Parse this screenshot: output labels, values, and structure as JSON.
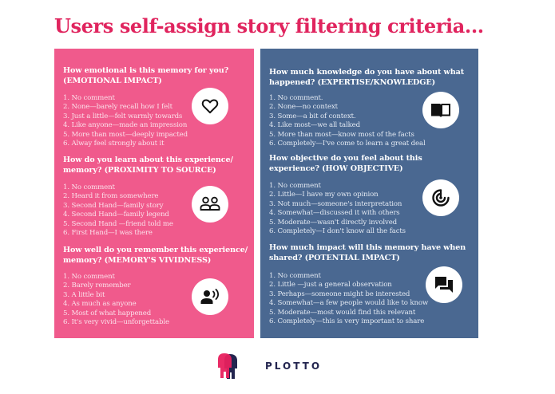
{
  "title": "Users self-assign story filtering criteria...",
  "colors": {
    "title": "#e0245e",
    "left_panel": "#f05a8c",
    "right_panel": "#4a6891",
    "logo_pink": "#e8205e",
    "logo_navy": "#23254f"
  },
  "left_panel": {
    "sections": [
      {
        "question": "How emotional is this memory for you? (EMOTIONAL IMPACT)",
        "icon": "heart-icon",
        "options": [
          "1. No comment",
          "2. None—barely recall how I felt",
          "3. Just a little—felt warmly towards",
          "4. Like anyone—made an impression",
          "5. More than most—deeply impacted",
          "6. Alway feel strongly about it"
        ]
      },
      {
        "question": "How do you learn about this experience/ memory? (PROXIMITY TO SOURCE)",
        "icon": "people-icon",
        "options": [
          "1. No comment",
          "2. Heard it from somewhere",
          "3. Second Hand—family story",
          "4. Second Hand—family legend",
          "5. Second Hand —friend told me",
          "6. First Hand—I was there"
        ]
      },
      {
        "question": "How well do you remember this experience/ memory? (MEMORY'S VIVIDNESS)",
        "icon": "person-speaking-icon",
        "options": [
          "1. No comment",
          "2. Barely remember",
          "3. A little bit",
          "4. As much as anyone",
          "5. Most of what happened",
          "6. It's very vivid—unforgettable"
        ]
      }
    ]
  },
  "right_panel": {
    "sections": [
      {
        "question": "How much knowledge do you have about what happened? (EXPERTISE/KNOWLEDGE)",
        "icon": "book-icon",
        "options": [
          "1. No comment.",
          "2. None—no context",
          "3. Some—a bit of context.",
          "4. Like most—we all talked",
          "5. More than most—know most of the facts",
          "6. Completely—I've come to learn a great deal"
        ]
      },
      {
        "question": "How objective do you feel about this experience? (HOW OBJECTIVE)",
        "icon": "radar-target-icon",
        "options": [
          "1. No comment",
          "2. Little—I have my own opinion",
          "3. Not much—someone's interpretation",
          "4. Somewhat—discussed it with others",
          "5. Moderate—wasn't directly involved",
          "6. Completely—I don't know all the facts"
        ]
      },
      {
        "question": "How much impact will this memory have when shared?  (POTENTIAL IMPACT)",
        "icon": "chat-bubbles-icon",
        "options": [
          "1. No comment",
          "2. Little —just a general observation",
          "3. Perhaps—someone might be interested",
          "4. Somewhat—a few people would like to know",
          "5. Moderate—most would find this relevant",
          "6. Completely—this is very important to share"
        ]
      }
    ]
  },
  "logo": {
    "text": "PLOTTO",
    "icon": "plotto-figures-logo"
  }
}
